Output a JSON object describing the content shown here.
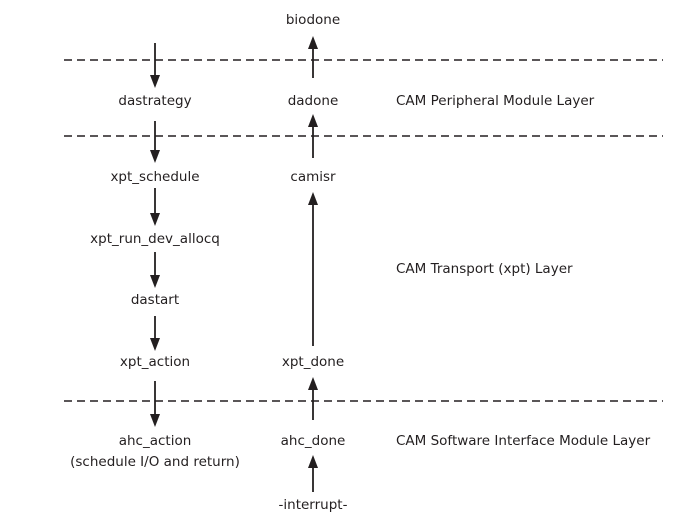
{
  "left_column": {
    "dastrategy": "dastrategy",
    "xpt_schedule": "xpt_schedule",
    "xpt_run_dev_allocq": "xpt_run_dev_allocq",
    "dastart": "dastart",
    "xpt_action": "xpt_action",
    "ahc_action": "ahc_action",
    "ahc_action_note": "(schedule I/O and return)"
  },
  "right_column": {
    "biodone": "biodone",
    "dadone": "dadone",
    "camisr": "camisr",
    "xpt_done": "xpt_done",
    "ahc_done": "ahc_done",
    "interrupt": "-interrupt-"
  },
  "layers": {
    "peripheral": "CAM Peripheral Module Layer",
    "transport": "CAM Transport (xpt) Layer",
    "sim": "CAM Software Interface Module Layer"
  },
  "colors": {
    "ink": "#231f20",
    "background": "#ffffff"
  }
}
